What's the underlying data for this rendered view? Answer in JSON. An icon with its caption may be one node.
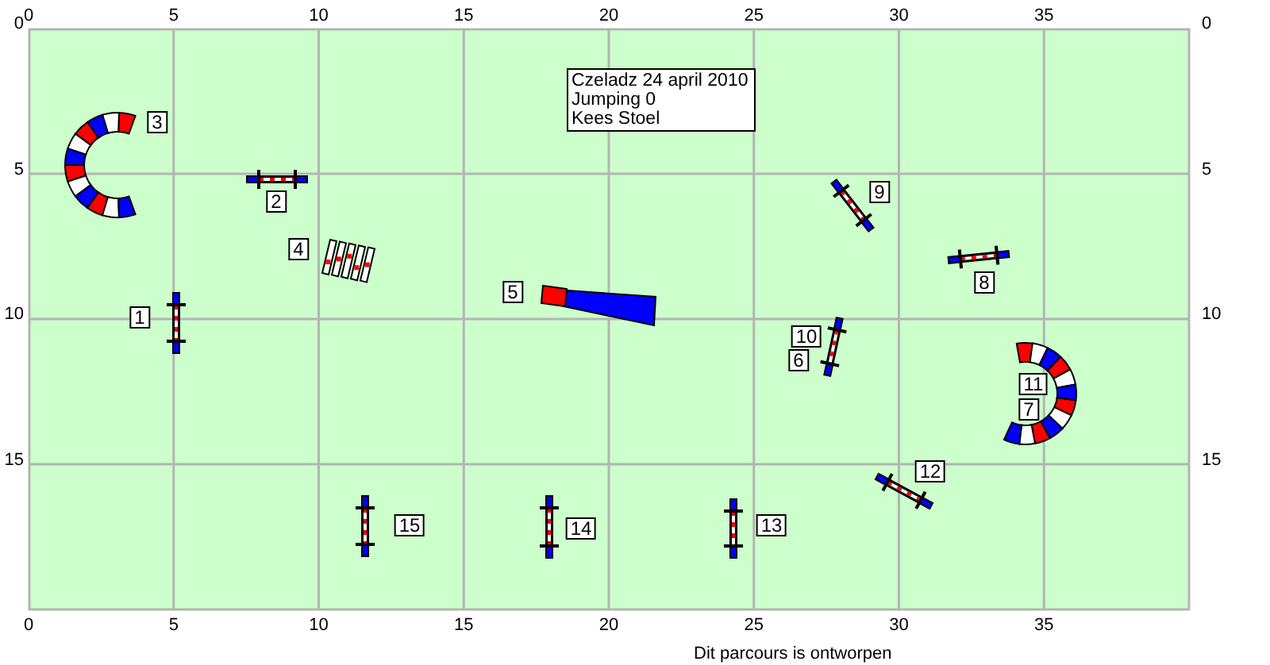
{
  "diagram": {
    "nodes": [
      {
        "text": [
          "Czeladz 24 april 2010",
          "Jumping 0",
          "Kees Stoel"
        ]
      },
      {
        "text": [
          "1"
        ]
      },
      {
        "text": [
          "2"
        ]
      },
      {
        "text": [
          "3"
        ]
      },
      {
        "text": [
          "4"
        ]
      },
      {
        "text": [
          "5"
        ]
      },
      {
        "text": [
          "6"
        ]
      },
      {
        "text": [
          "7"
        ]
      },
      {
        "text": [
          "8"
        ]
      },
      {
        "text": [
          "9"
        ]
      },
      {
        "text": [
          "10"
        ]
      },
      {
        "text": [
          "11"
        ]
      },
      {
        "text": [
          "12"
        ]
      },
      {
        "text": [
          "13"
        ]
      },
      {
        "text": [
          "14"
        ]
      },
      {
        "text": [
          "15"
        ]
      }
    ],
    "labels": [
      "0",
      "5",
      "10",
      "15",
      "20",
      "25",
      "30",
      "35",
      "0",
      "0",
      "5",
      "5",
      "10",
      "10",
      "15",
      "15",
      "0",
      "5",
      "10",
      "15",
      "20",
      "25",
      "30",
      "35",
      "Dit parcours is ontworpen"
    ]
  }
}
